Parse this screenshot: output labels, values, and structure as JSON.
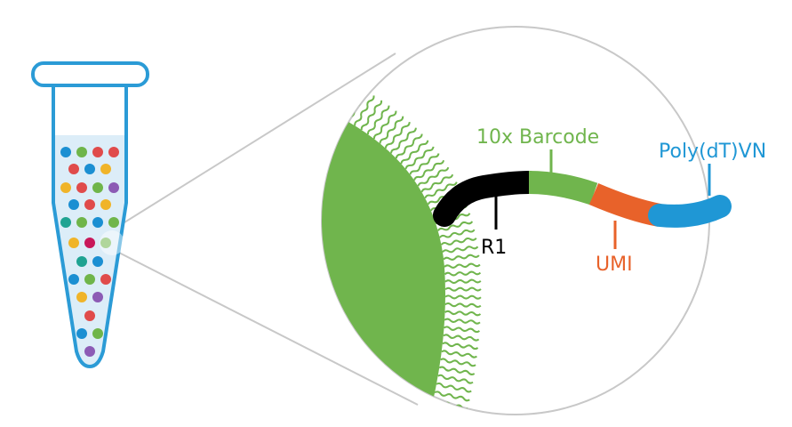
{
  "labels": {
    "barcode": "10x Barcode",
    "polydt": "Poly(dT)VN",
    "r1": "R1",
    "umi": "UMI"
  },
  "colors": {
    "tube_outline": "#2b9bd6",
    "liquid": "#dcedf8",
    "bead_green": "#70b54d",
    "r1_black": "#000000",
    "barcode_green": "#70b54d",
    "umi_orange": "#e8622a",
    "polydt_blue": "#1f97d5",
    "zoom_lines": "#c8c8c8",
    "dot_blue": "#1b8fd2",
    "dot_green": "#6fb54a",
    "dot_red": "#e04b4b",
    "dot_yellow": "#f0b429",
    "dot_purple": "#8c5bb5",
    "dot_teal": "#1fa392",
    "dot_crimson": "#c8185a"
  }
}
